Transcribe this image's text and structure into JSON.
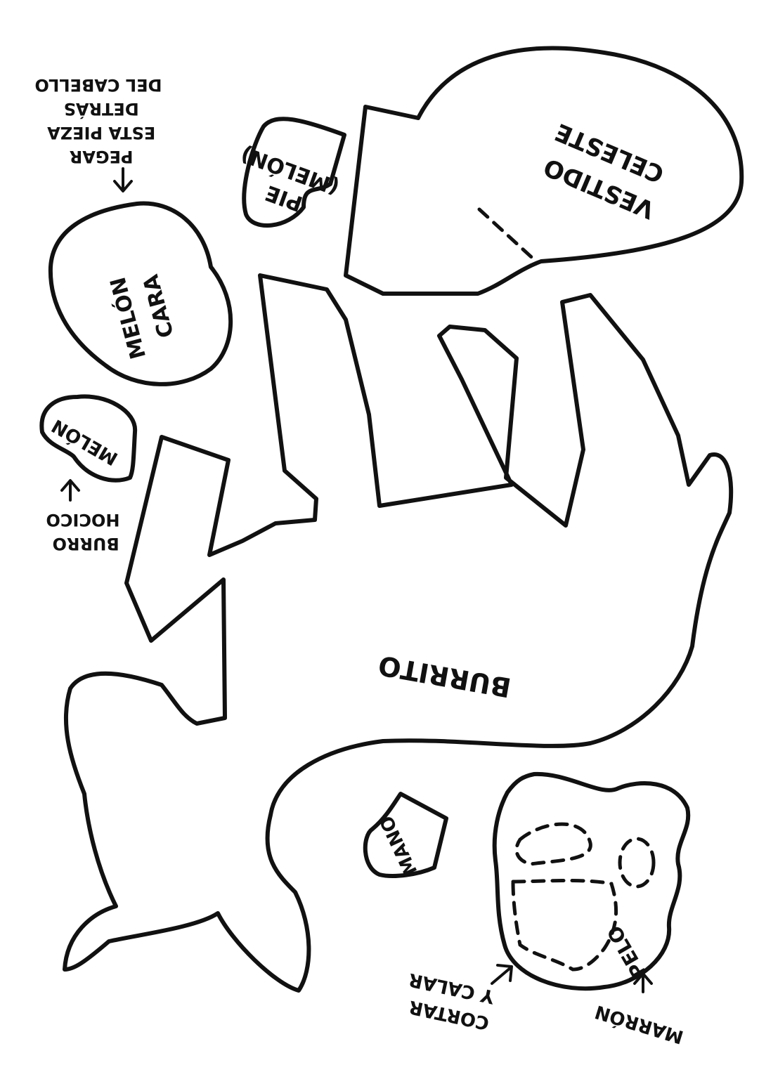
{
  "colors": {
    "ink": "#111111",
    "paper": "#ffffff"
  },
  "labels": {
    "vestido_line1": "VESTIDO",
    "vestido_line2": "CELESTE",
    "pie_line1": "PIE",
    "pie_line2": "(MELÓN)",
    "melon_cara_line1": "MELÓN",
    "melon_cara_line2": "CARA",
    "pegar_line1": "PEGAR",
    "pegar_line2": "ESTA PIEZA",
    "pegar_line3": "DETRÁS",
    "pegar_line4": "DEL CABELLO",
    "melon_hocico": "MELÓN",
    "burro_line1": "BURRO",
    "burro_line2": "HOCICO",
    "burrito": "BURRITO",
    "mano": "MANO",
    "pelo": "PELO",
    "marron": "MARRÓN",
    "cortar_line1": "CORTAR",
    "cortar_line2": "Y CALAR"
  }
}
